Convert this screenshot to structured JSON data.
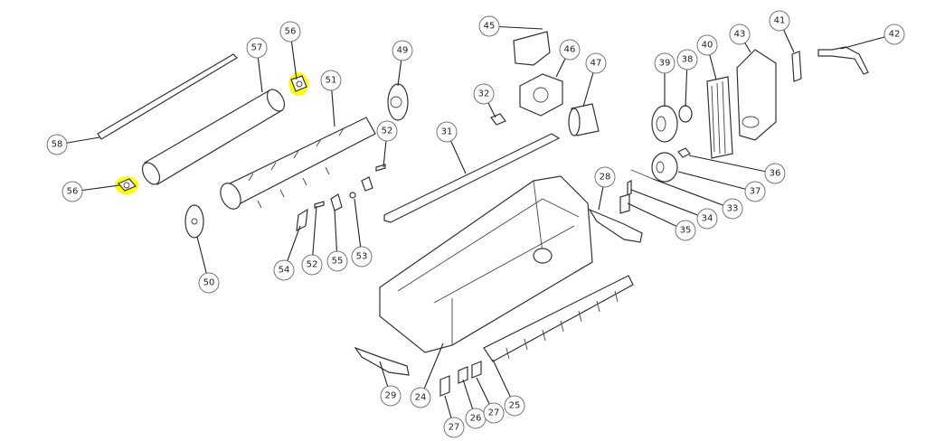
{
  "diagram": {
    "type": "exploded parts diagram",
    "highlight_color": "#ffff00",
    "callouts": [
      "56",
      "57",
      "51",
      "49",
      "58",
      "56",
      "52",
      "50",
      "54",
      "52",
      "55",
      "53",
      "45",
      "46",
      "47",
      "32",
      "31",
      "39",
      "38",
      "40",
      "43",
      "41",
      "42",
      "36",
      "37",
      "33",
      "34",
      "35",
      "28",
      "29",
      "24",
      "27",
      "26",
      "27",
      "25"
    ],
    "highlighted_parts": [
      "56"
    ]
  }
}
